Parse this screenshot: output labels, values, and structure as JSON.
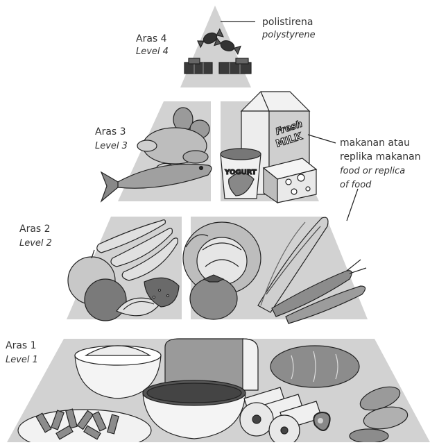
{
  "levels": [
    {
      "ms": "Aras 4",
      "en": "Level 4"
    },
    {
      "ms": "Aras 3",
      "en": "Level 3"
    },
    {
      "ms": "Aras 2",
      "en": "Level 2"
    },
    {
      "ms": "Aras 1",
      "en": "Level 1"
    }
  ],
  "callouts": {
    "polystyrene": {
      "ms": "polistirena",
      "en": "polystyrene"
    },
    "food": {
      "ms_line1": "makanan atau",
      "ms_line2": "replika makanan",
      "en_line1": "food or replica",
      "en_line2": "of food"
    }
  },
  "food_labels": {
    "yogurt": "YOGURT",
    "milk_line1": "Fresh",
    "milk_line2": "MILK"
  },
  "colors": {
    "tier_fill": "#d2d2d2",
    "food_dark": "#555555",
    "food_mid": "#8c8c8c",
    "food_light": "#e6e6e6",
    "outline": "#222222"
  }
}
